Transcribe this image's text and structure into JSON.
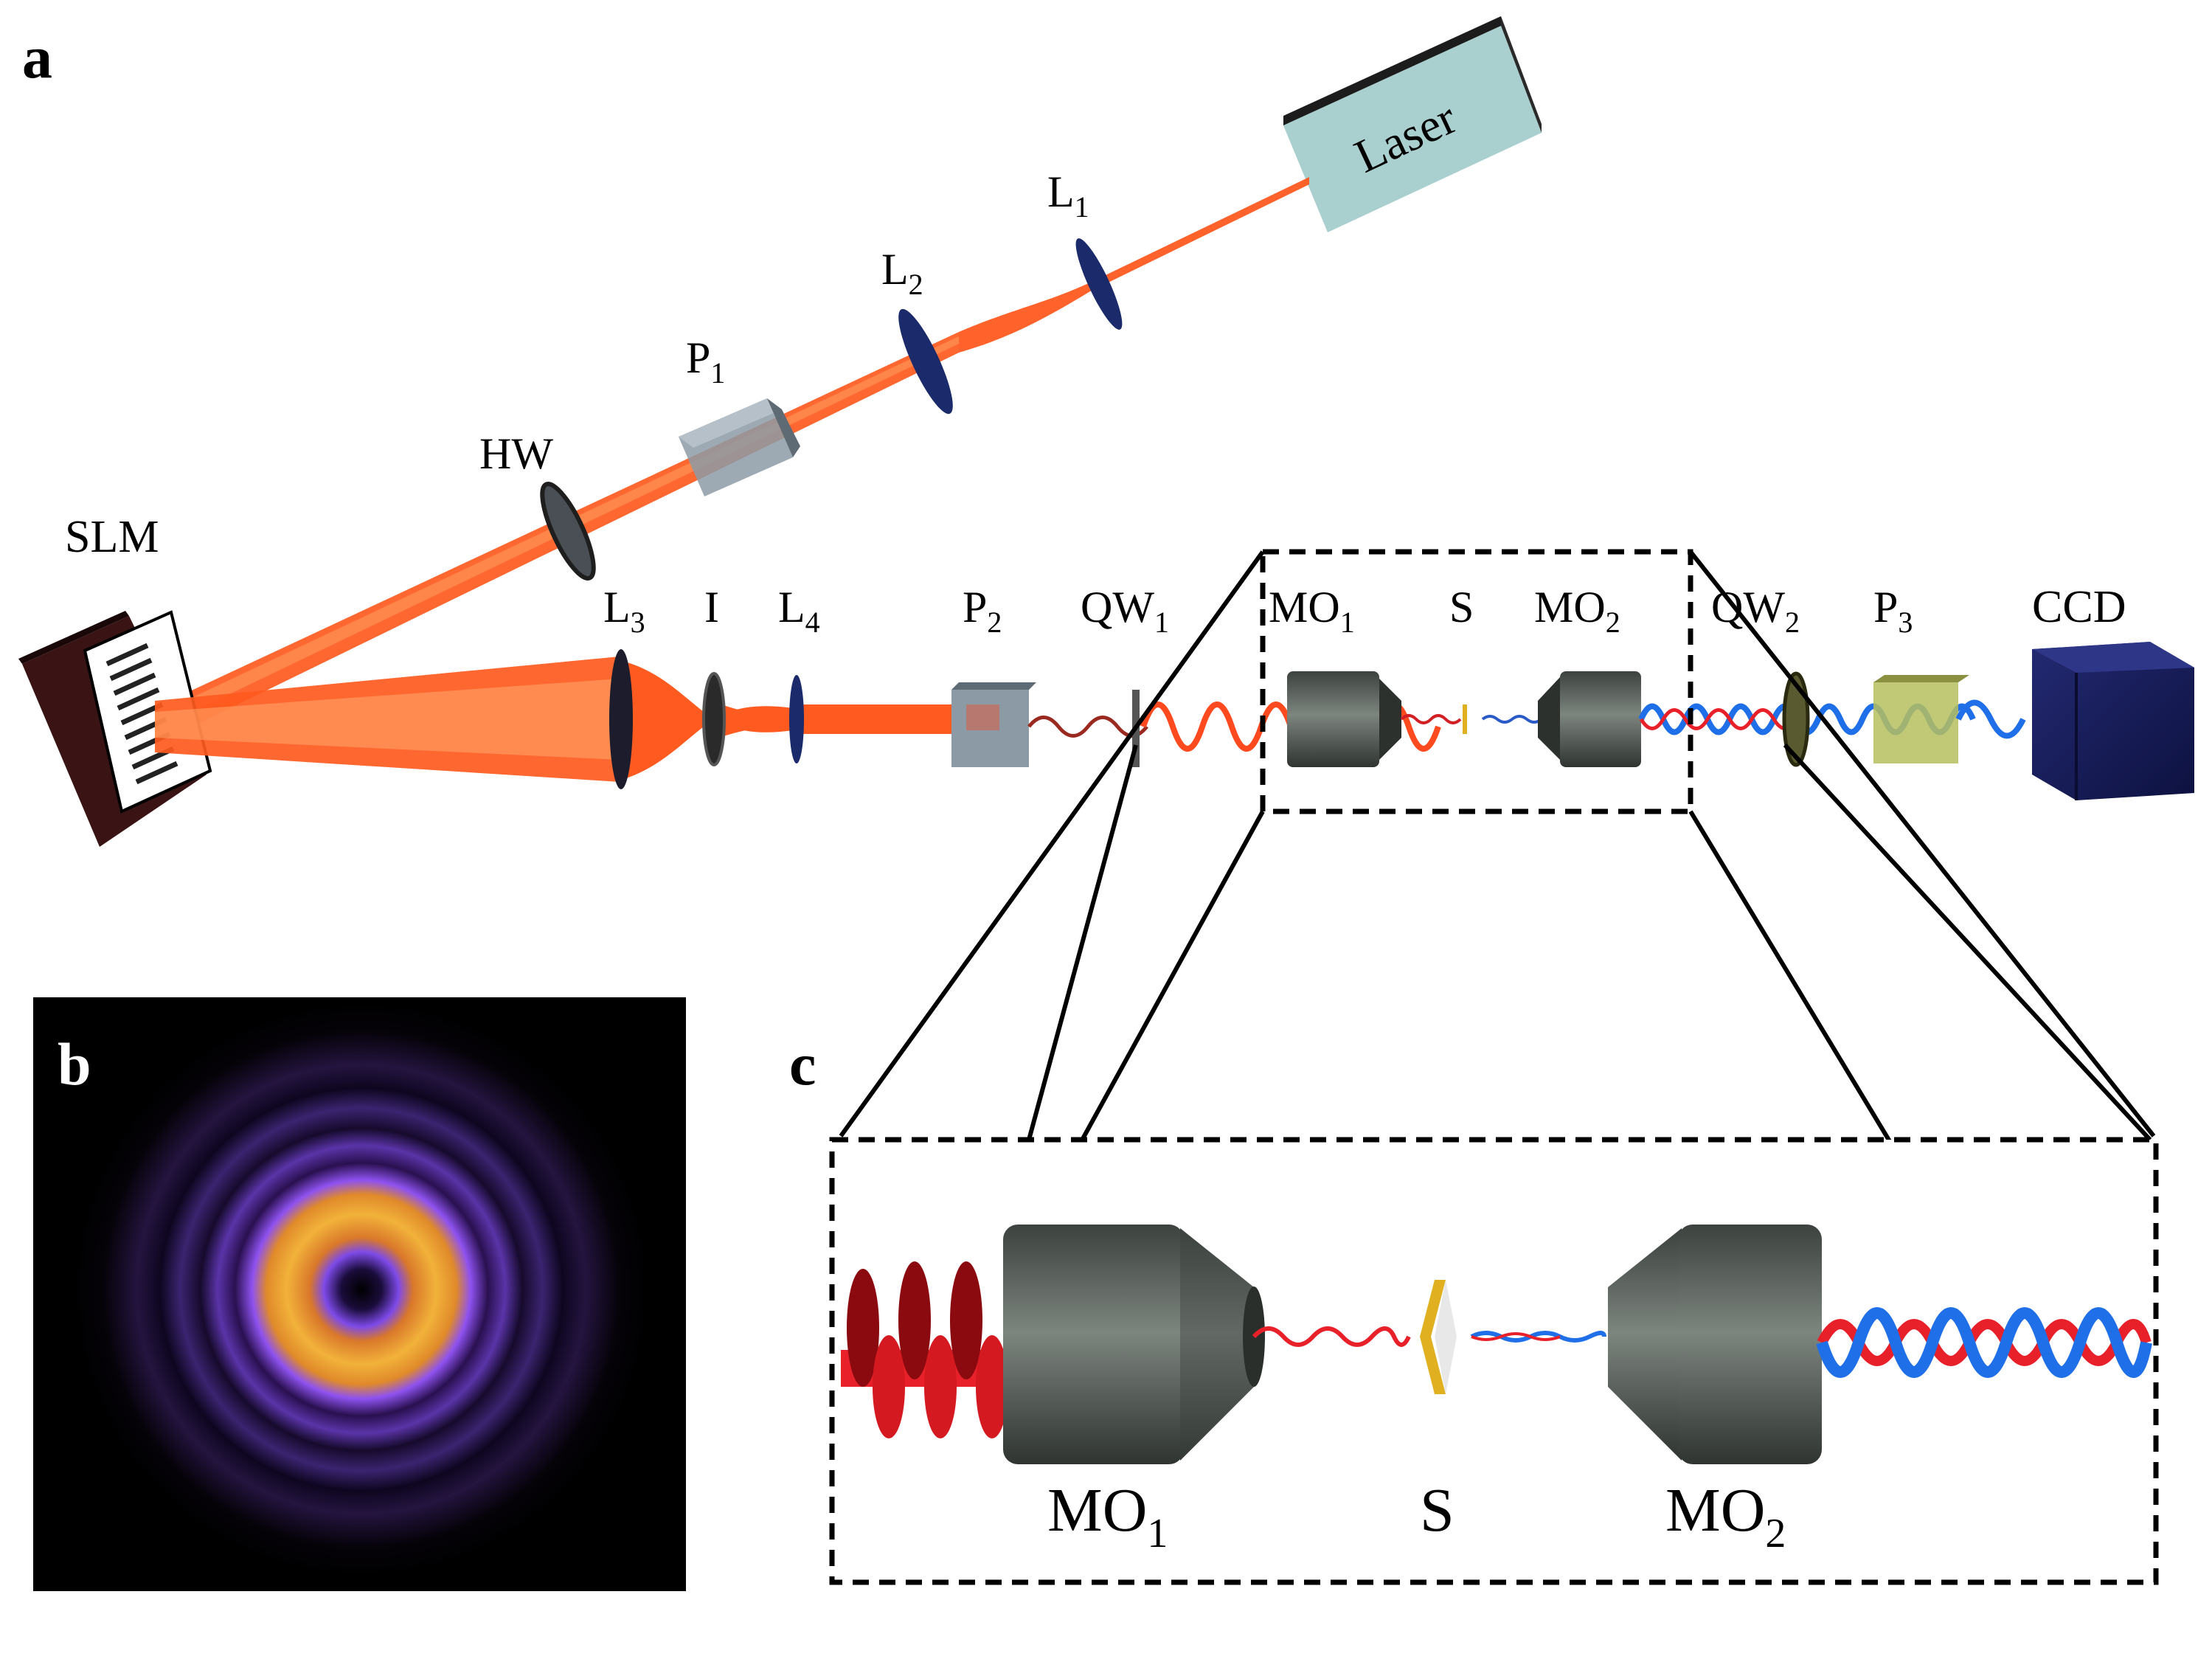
{
  "panels": {
    "a": "a",
    "b": "b",
    "c": "c"
  },
  "components": {
    "laser": "Laser",
    "slm": "SLM",
    "hw": "HW",
    "iris": "I",
    "ccd": "CCD",
    "s": "S",
    "l1": {
      "base": "L",
      "sub": "1"
    },
    "l2": {
      "base": "L",
      "sub": "2"
    },
    "l3": {
      "base": "L",
      "sub": "3"
    },
    "l4": {
      "base": "L",
      "sub": "4"
    },
    "p1": {
      "base": "P",
      "sub": "1"
    },
    "p2": {
      "base": "P",
      "sub": "2"
    },
    "p3": {
      "base": "P",
      "sub": "3"
    },
    "qw1": {
      "base": "QW",
      "sub": "1"
    },
    "qw2": {
      "base": "QW",
      "sub": "2"
    },
    "mo1": {
      "base": "MO",
      "sub": "1"
    },
    "mo2": {
      "base": "MO",
      "sub": "2"
    }
  },
  "colors": {
    "beam": "#ff5a1f",
    "red_wave": "#e8202a",
    "blue_wave": "#1f6fe8",
    "laser_box": "#a9cfcf",
    "slm_body": "#3a1414",
    "ccd_body": "#151a55",
    "objective": "#4a524d",
    "polarizer_gray": "#8c9aa6",
    "polarizer_yellow": "#b7bf5e"
  }
}
